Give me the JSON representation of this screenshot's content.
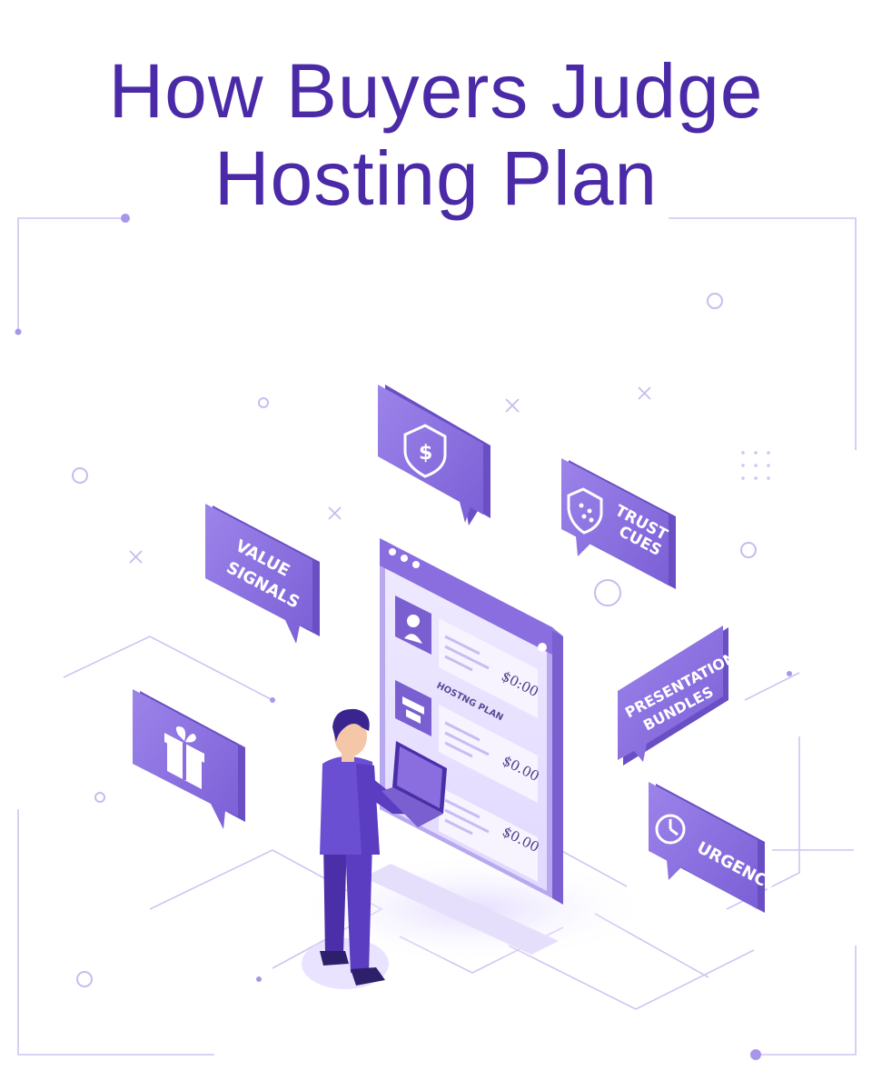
{
  "title": {
    "line1": "How Buyers Judge",
    "line2": "Hosting Plan"
  },
  "colors": {
    "title": "#4b2aa8",
    "bubble": "#8a6ee0",
    "bubble_dark": "#6a4fc4",
    "deco": "#cfc4f2",
    "person": "#5b3dc0"
  },
  "bubbles": {
    "value_signals": [
      "VALUE",
      "SIGNALS"
    ],
    "trust_cues": [
      "TRUST",
      "CUES"
    ],
    "presentation_bundles": [
      "PRESENTATION",
      "BUNDLES"
    ],
    "urgency": "URGENCY"
  },
  "icons": {
    "shield": "shield-dollar-icon",
    "gift": "gift-icon",
    "badge": "trust-badge-icon",
    "clock": "clock-icon"
  },
  "screen": {
    "label": "HOSTNG PLAN",
    "prices": [
      "$0:00",
      "$0.00",
      "$0.00"
    ]
  }
}
